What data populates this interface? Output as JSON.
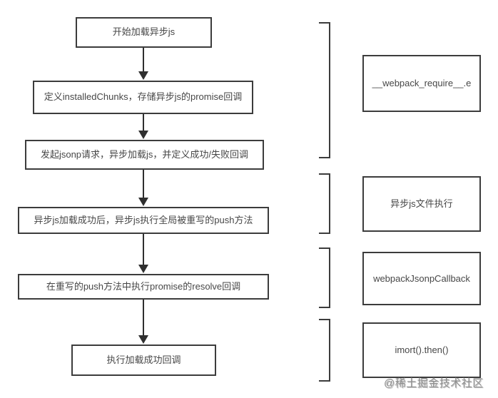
{
  "flow": {
    "steps": [
      {
        "label": "开始加载异步js"
      },
      {
        "label": "定义installedChunks，存储异步js的promise回调"
      },
      {
        "label": "发起jsonp请求，异步加载js，并定义成功/失败回调"
      },
      {
        "label": "异步js加载成功后，异步js执行全局被重写的push方法"
      },
      {
        "label": "在重写的push方法中执行promise的resolve回调"
      },
      {
        "label": "执行加载成功回调"
      }
    ]
  },
  "annotations": [
    {
      "label": "__webpack_require__.e"
    },
    {
      "label": "异步js文件执行"
    },
    {
      "label": "webpackJsonpCallback"
    },
    {
      "label": "imort().then()"
    }
  ],
  "watermark": {
    "text": "@稀土掘金技术社区"
  },
  "colors": {
    "border": "#3c3c3c",
    "arrow": "#2f2f2f",
    "text": "#474747",
    "watermark": "#8f8f8f",
    "background": "#ffffff"
  }
}
